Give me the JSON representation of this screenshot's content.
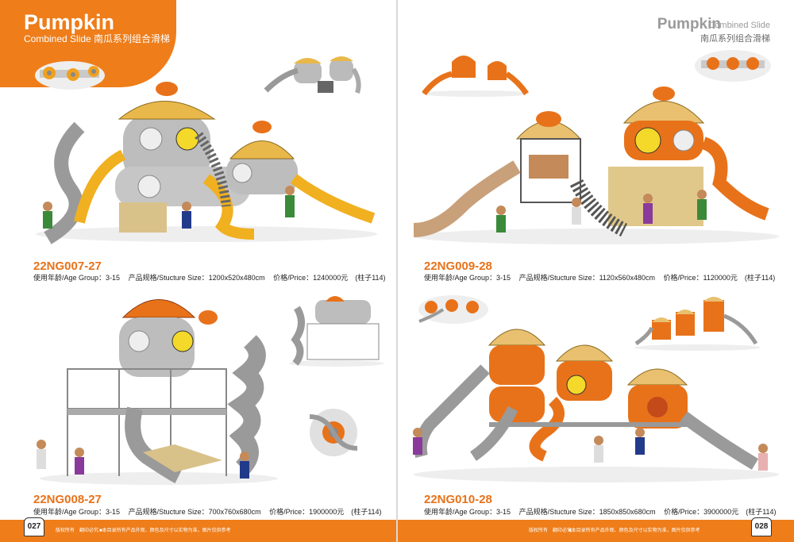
{
  "left_page": {
    "tab_title": "Pumpkin",
    "tab_subtitle": "Combined Slide 南瓜系列组合滑梯",
    "page_number": "027",
    "footer_note1": "版权所有　翻印必究",
    "footer_note2": "■本目录所有产品外观、颜色及尺寸以实物为准，图片仅供参考",
    "products": [
      {
        "code": "22NG007-27",
        "age": "使用年龄/Age Group：3-15",
        "size": "产品规格/Stucture Size：1200x520x480cm",
        "price": "价格/Price：1240000元　(柱子114)"
      },
      {
        "code": "22NG008-27",
        "age": "使用年龄/Age Group：3-15",
        "size": "产品规格/Stucture Size：700x760x680cm",
        "price": "价格/Price：1900000元　(柱子114)"
      }
    ]
  },
  "right_page": {
    "header_title": "Pumpkin",
    "header_subtitle": "Combined Slide",
    "header_cn": "南瓜系列组合滑梯",
    "page_number": "028",
    "footer_note1": "版权所有　翻印必究",
    "footer_note2": "■本目录所有产品外观、颜色及尺寸以实物为准，图片仅供参考",
    "products": [
      {
        "code": "22NG009-28",
        "age": "使用年龄/Age Group：3-15",
        "size": "产品规格/Stucture Size：1120x560x480cm",
        "price": "价格/Price：1120000元　(柱子114)"
      },
      {
        "code": "22NG010-28",
        "age": "使用年龄/Age Group：3-15",
        "size": "产品规格/Stucture Size：1850x850x680cm",
        "price": "价格/Price：3900000元　(柱子114)"
      }
    ]
  },
  "colors": {
    "accent": "#ee7d1a",
    "grey": "#9a9a9a",
    "code": "#e8721a"
  }
}
